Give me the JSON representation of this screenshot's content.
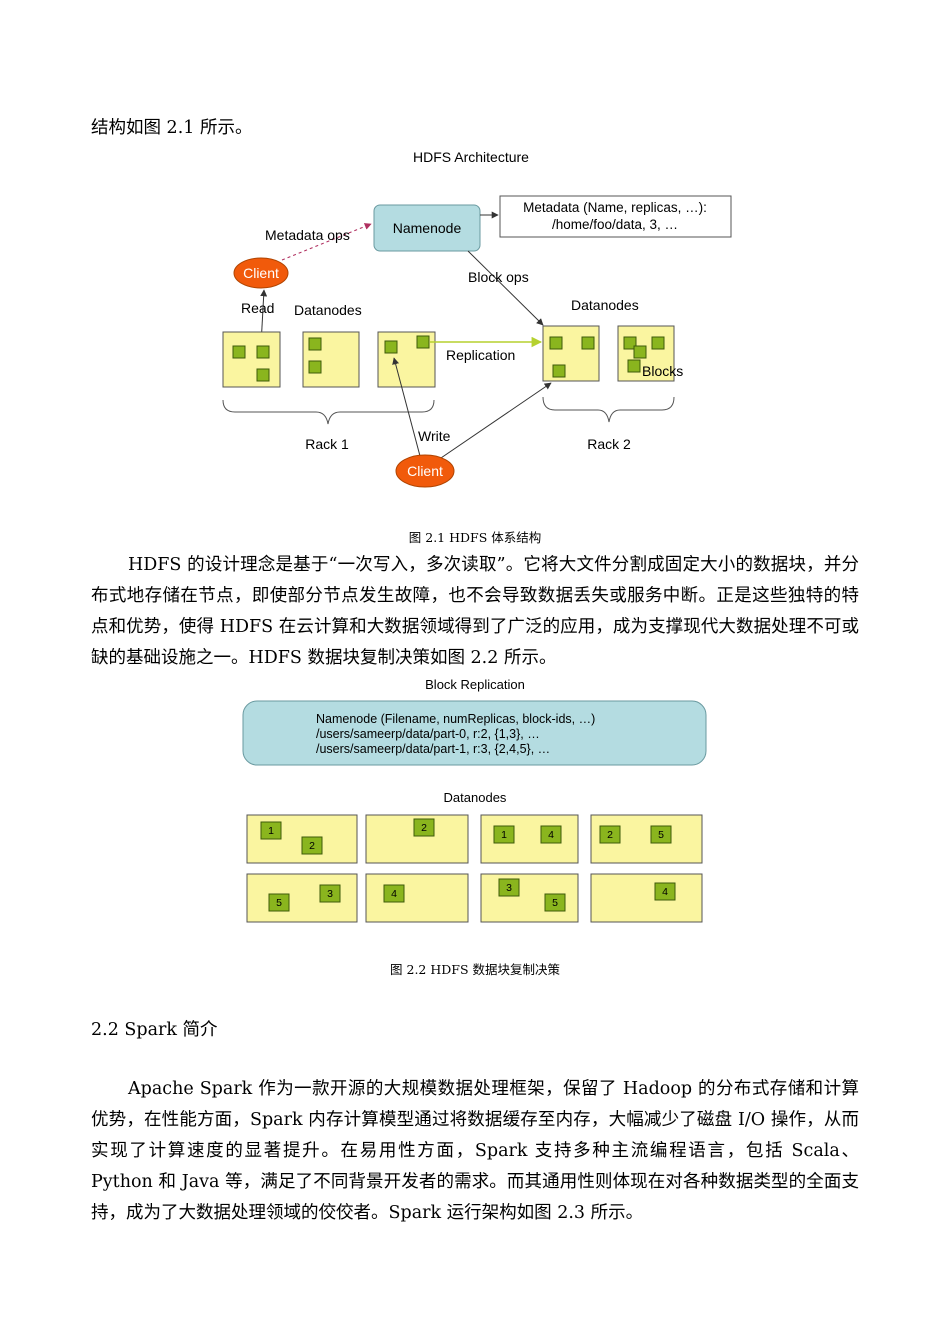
{
  "intro_line": "结构如图 2.1 所示。",
  "fig1": {
    "title": "HDFS Architecture",
    "namenode": "Namenode",
    "metadata_line1": "Metadata (Name, replicas, …):",
    "metadata_line2": "/home/foo/data, 3, …",
    "metadata_ops": "Metadata ops",
    "client_top": "Client",
    "read": "Read",
    "block_ops": "Block ops",
    "datanodes_left": "Datanodes",
    "datanodes_right": "Datanodes",
    "replication": "Replication",
    "blocks": "Blocks",
    "rack1": "Rack 1",
    "rack2": "Rack 2",
    "write": "Write",
    "client_bottom": "Client",
    "caption": "图 2.1 HDFS 体系结构"
  },
  "para1": "HDFS 的设计理念是基于“一次写入，多次读取”。它将大文件分割成固定大小的数据块，并分布式地存储在节点，即使部分节点发生故障，也不会导致数据丢失或服务中断。正是这些独特的特点和优势，使得 HDFS 在云计算和大数据领域得到了广泛的应用，成为支撑现代大数据处理不可或缺的基础设施之一。HDFS 数据块复制决策如图 2.2 所示。",
  "fig2": {
    "title": "Block Replication",
    "namenode_line1": "Namenode (Filename, numReplicas, block-ids, …)",
    "namenode_line2": "/users/sameerp/data/part-0, r:2, {1,3}, …",
    "namenode_line3": "/users/sameerp/data/part-1, r:3, {2,4,5}, …",
    "datanodes": "Datanodes",
    "block_labels": [
      "1",
      "2",
      "2",
      "1",
      "4",
      "2",
      "5",
      "5",
      "3",
      "4",
      "3",
      "5",
      "4"
    ],
    "caption": "图 2.2 HDFS 数据块复制决策"
  },
  "section_heading": "2.2 Spark 简介",
  "para2": "Apache Spark 作为一款开源的大规模数据处理框架，保留了 Hadoop 的分布式存储和计算优势，在性能方面，Spark 内存计算模型通过将数据缓存至内存，大幅减少了磁盘 I/O 操作，从而实现了计算速度的显著提升。在易用性方面，Spark 支持多种主流编程语言，包括 Scala、Python 和 Java 等，满足了不同背景开发者的需求。而其通用性则体现在对各种数据类型的全面支持，成为了大数据处理领域的佼佼者。Spark 运行架构如图 2.3 所示。",
  "colors": {
    "namenode_fill": "#b4dce1",
    "client_fill": "#f15a0b",
    "datanode_fill": "#faf5a0",
    "block_fill": "#8ab51e",
    "replication_line": "#b5d12f"
  }
}
